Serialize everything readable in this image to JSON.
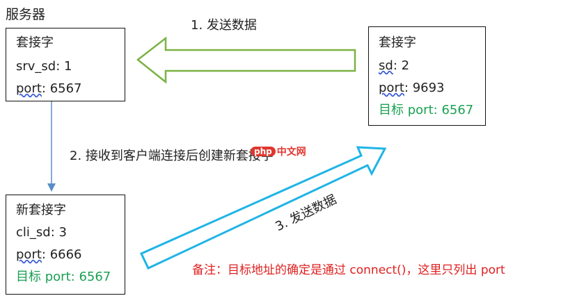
{
  "title": "服务器",
  "server_socket": {
    "heading": "套接字",
    "sd_label": "srv_sd",
    "sd_value": "1",
    "port_label": "port",
    "port_value": "6567"
  },
  "client_socket": {
    "heading": "套接字",
    "sd_label": "sd",
    "sd_value": "2",
    "port_label": "port",
    "port_value": "9693",
    "target_label": "目标",
    "target_port_label": "port",
    "target_port_value": "6567"
  },
  "new_socket": {
    "heading": "新套接字",
    "sd_label": "cli_sd",
    "sd_value": "3",
    "port_label": "port",
    "port_value": "6666",
    "target_label": "目标",
    "target_port_label": "port",
    "target_port_value": "6567"
  },
  "steps": {
    "step1": "1.  发送数据",
    "step2": "2.  接收到客户端连接后创建新套接字",
    "step3": "3.  发送数据"
  },
  "note": "备注：目标地址的确定是通过 connect()，这里只列出 port",
  "watermark": {
    "badge": "php",
    "text": "中文网"
  },
  "colors": {
    "green_arrow": "#7bb243",
    "blue_arrow": "#1fb4e6",
    "down_arrow": "#5b8ec9",
    "target_text": "#1aa052",
    "note_text": "#e02020"
  }
}
